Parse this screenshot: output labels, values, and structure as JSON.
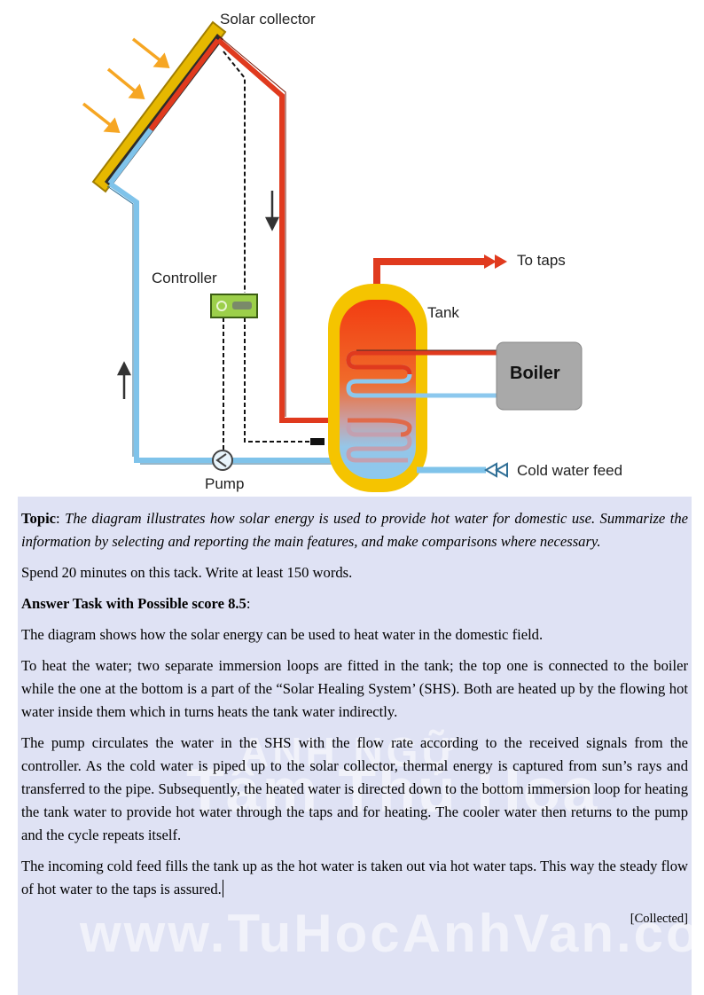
{
  "diagram": {
    "labels": {
      "solar_collector": "Solar collector",
      "controller": "Controller",
      "pump": "Pump",
      "tank": "Tank",
      "boiler": "Boiler",
      "to_taps": "To taps",
      "cold_water_feed": "Cold water feed"
    },
    "colors": {
      "hot_pipe": "#e03a1e",
      "cold_pipe": "#7fc3ea",
      "tank_outer": "#f5c400",
      "tank_hot": "#f04a1a",
      "tank_cold": "#8cc8ee",
      "boiler_fill": "#a9a9a9",
      "controller_fill": "#9ccf4a",
      "sun_arrows": "#f6a623"
    }
  },
  "text": {
    "topic_label": "Topic",
    "topic_body": "The diagram illustrates how solar energy is used to provide hot water for domestic use. Summarize the information by selecting and reporting the main features, and make comparisons where necessary.",
    "instruction": "Spend 20 minutes on this tack. Write at least 150 words.",
    "answer_heading": "Answer Task with Possible score 8.5",
    "para1": "The diagram shows how the solar energy can be used to heat water in the domestic field.",
    "para2": "To heat the water; two separate immersion loops are fitted in the tank; the top one is connected to the boiler while the one at the bottom is a part of the “Solar Healing System’ (SHS). Both are heated up by the flowing hot water inside them which in turns heats the tank water indirectly.",
    "para3": "The pump circulates the water in the SHS with the flow rate according to the received signals from the controller. As the cold water is piped up to the solar collector, thermal energy is captured from sun’s rays and transferred to the pipe. Subsequently, the heated water is directed down to the bottom immersion loop for heating the tank water to provide hot water through the taps and for heating. The cooler water then returns to the pump and the cycle repeats itself.",
    "para4": "The incoming cold feed fills the tank up as the hot water is taken out via hot water taps. This way the steady flow of hot water to the taps is assured.",
    "collected": "[Collected]"
  },
  "watermark": {
    "line1": "ANH NGỮ",
    "line2": "Tâm Thủ Hoa",
    "line3": "www.TuHocAnhVan.com"
  }
}
